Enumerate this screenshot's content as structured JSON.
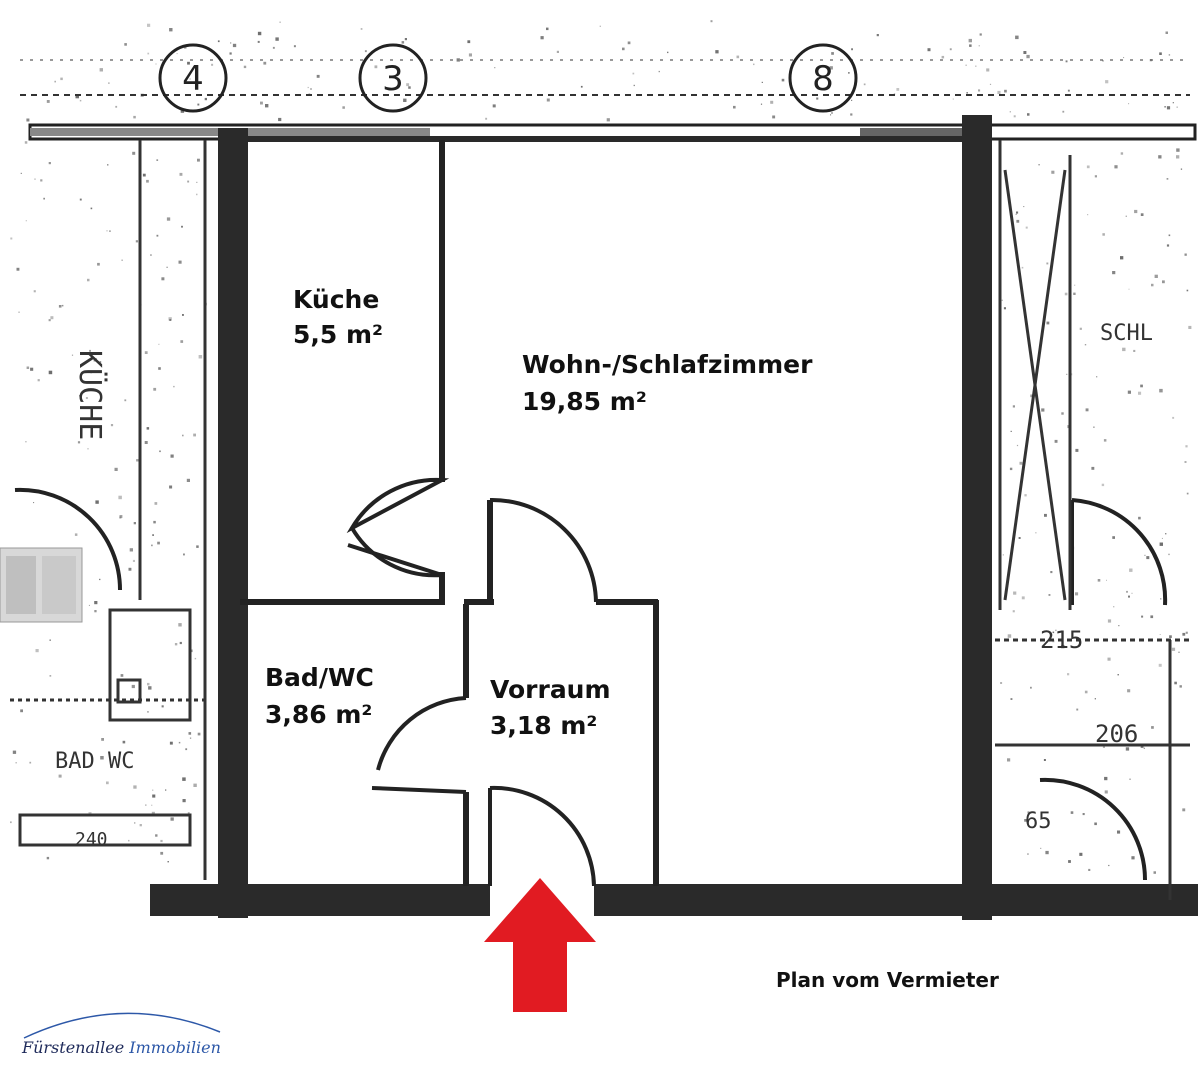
{
  "rooms": {
    "kueche": {
      "name": "Küche",
      "area": "5,5 m²"
    },
    "wohn": {
      "name": "Wohn-/Schlafzimmer",
      "area": "19,85 m²"
    },
    "bad": {
      "name": "Bad/WC",
      "area": "3,86 m²"
    },
    "vorraum": {
      "name": "Vorraum",
      "area": "3,18 m²"
    }
  },
  "caption": "Plan vom Vermieter",
  "logo": {
    "part1": "Fürstenallee",
    "part2": "Immobilien"
  },
  "grid_markers": [
    "4",
    "3",
    "8"
  ],
  "neighbor_annotations": [
    "KÜCHE",
    "BAD WC",
    "240",
    "SCHL",
    "215",
    "206",
    "65"
  ],
  "colors": {
    "wall": "#2a2a2a",
    "arrow": "#e11b22",
    "logo_dark": "#1e2a5a",
    "logo_blue": "#2d58a8"
  },
  "icons": {
    "entrance": "red-arrow-up-icon"
  }
}
